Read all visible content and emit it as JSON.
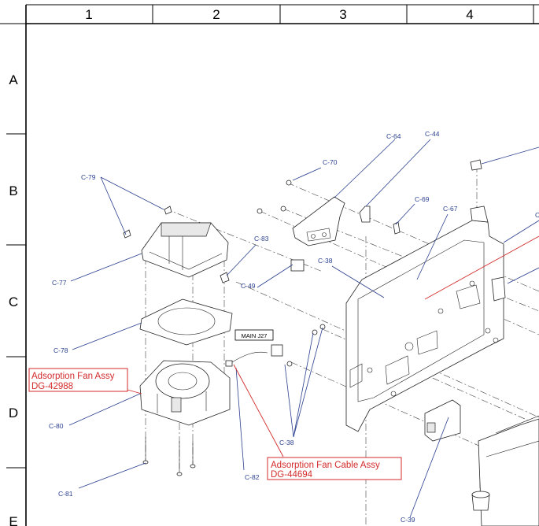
{
  "grid": {
    "columns": [
      "1",
      "2",
      "3",
      "4"
    ],
    "rows": [
      "A",
      "B",
      "C",
      "D",
      "E"
    ]
  },
  "parts": {
    "c79": "C-79",
    "c77": "C-77",
    "c78": "C-78",
    "c80": "C-80",
    "c81": "C-81",
    "c83": "C-83",
    "c49": "C-49",
    "c82": "C-82",
    "c38a": "C-38",
    "c38b": "C-38",
    "c70": "C-70",
    "c64": "C-64",
    "c44": "C-44",
    "c69": "C-69",
    "c67": "C-67",
    "c39": "C-39",
    "c_edge": "C"
  },
  "connector_tag": "MAIN J27",
  "callouts": {
    "fan_assy": {
      "name": "Adsorption Fan Assy",
      "code": "DG-42988"
    },
    "fan_cable": {
      "name": "Adsorption Fan Cable Assy",
      "code": "DG-44694"
    }
  },
  "colors": {
    "label_blue": "#2a3f8f",
    "callout_red": "#d32b2b"
  }
}
